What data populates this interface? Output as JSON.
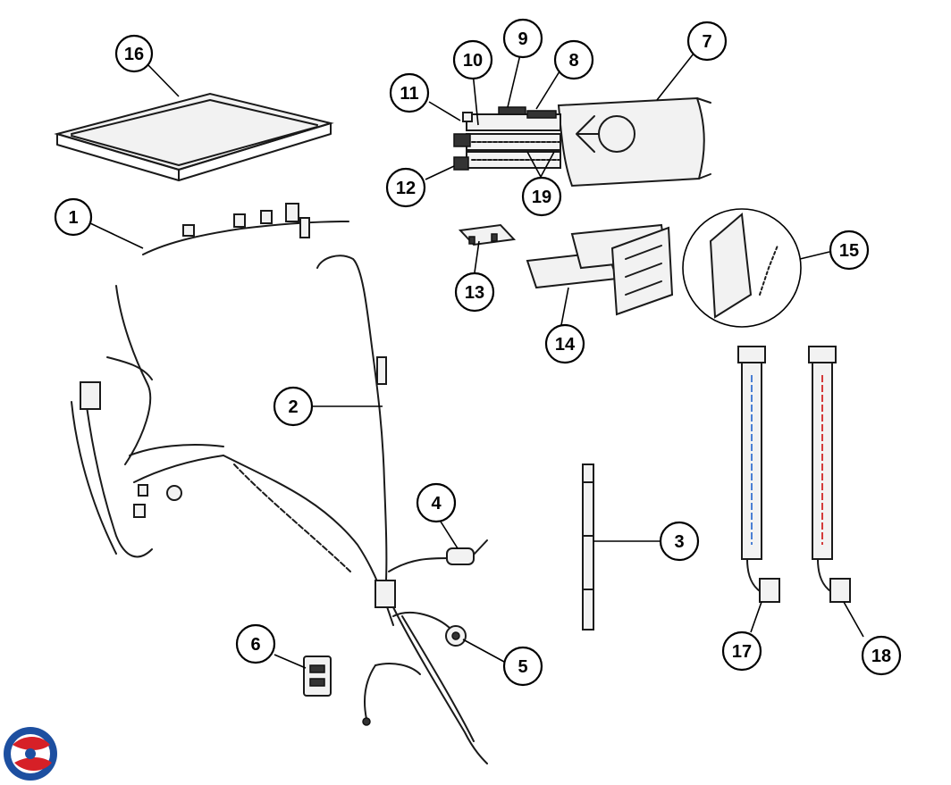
{
  "colors": {
    "line": "#1a1a1a",
    "hose_cold_stripe": "#4a7fd4",
    "hose_hot_stripe": "#d43a3a",
    "logo_red": "#d62027",
    "logo_blue": "#1d4fa0"
  },
  "callouts": [
    "1",
    "2",
    "3",
    "4",
    "5",
    "6",
    "7",
    "8",
    "9",
    "10",
    "11",
    "12",
    "13",
    "14",
    "15",
    "16",
    "17",
    "18",
    "19"
  ],
  "parts": [
    {
      "id": "16",
      "name": "top panel"
    },
    {
      "id": "1",
      "name": "harness strip"
    },
    {
      "id": "2",
      "name": "main wire harness"
    },
    {
      "id": "3",
      "name": "vertical bracket"
    },
    {
      "id": "4",
      "name": "sensor"
    },
    {
      "id": "5",
      "name": "connector"
    },
    {
      "id": "6",
      "name": "switch"
    },
    {
      "id": "7",
      "name": "dispenser housing"
    },
    {
      "id": "8",
      "name": "valve"
    },
    {
      "id": "9",
      "name": "valve"
    },
    {
      "id": "10",
      "name": "valve"
    },
    {
      "id": "11",
      "name": "valve"
    },
    {
      "id": "12",
      "name": "valve"
    },
    {
      "id": "13",
      "name": "clip"
    },
    {
      "id": "14",
      "name": "detergent drawer"
    },
    {
      "id": "15",
      "name": "drawer detail"
    },
    {
      "id": "17",
      "name": "inlet hose cold"
    },
    {
      "id": "18",
      "name": "inlet hose hot"
    },
    {
      "id": "19",
      "name": "hoses"
    }
  ],
  "logo_icon": "brand-logo-icon"
}
